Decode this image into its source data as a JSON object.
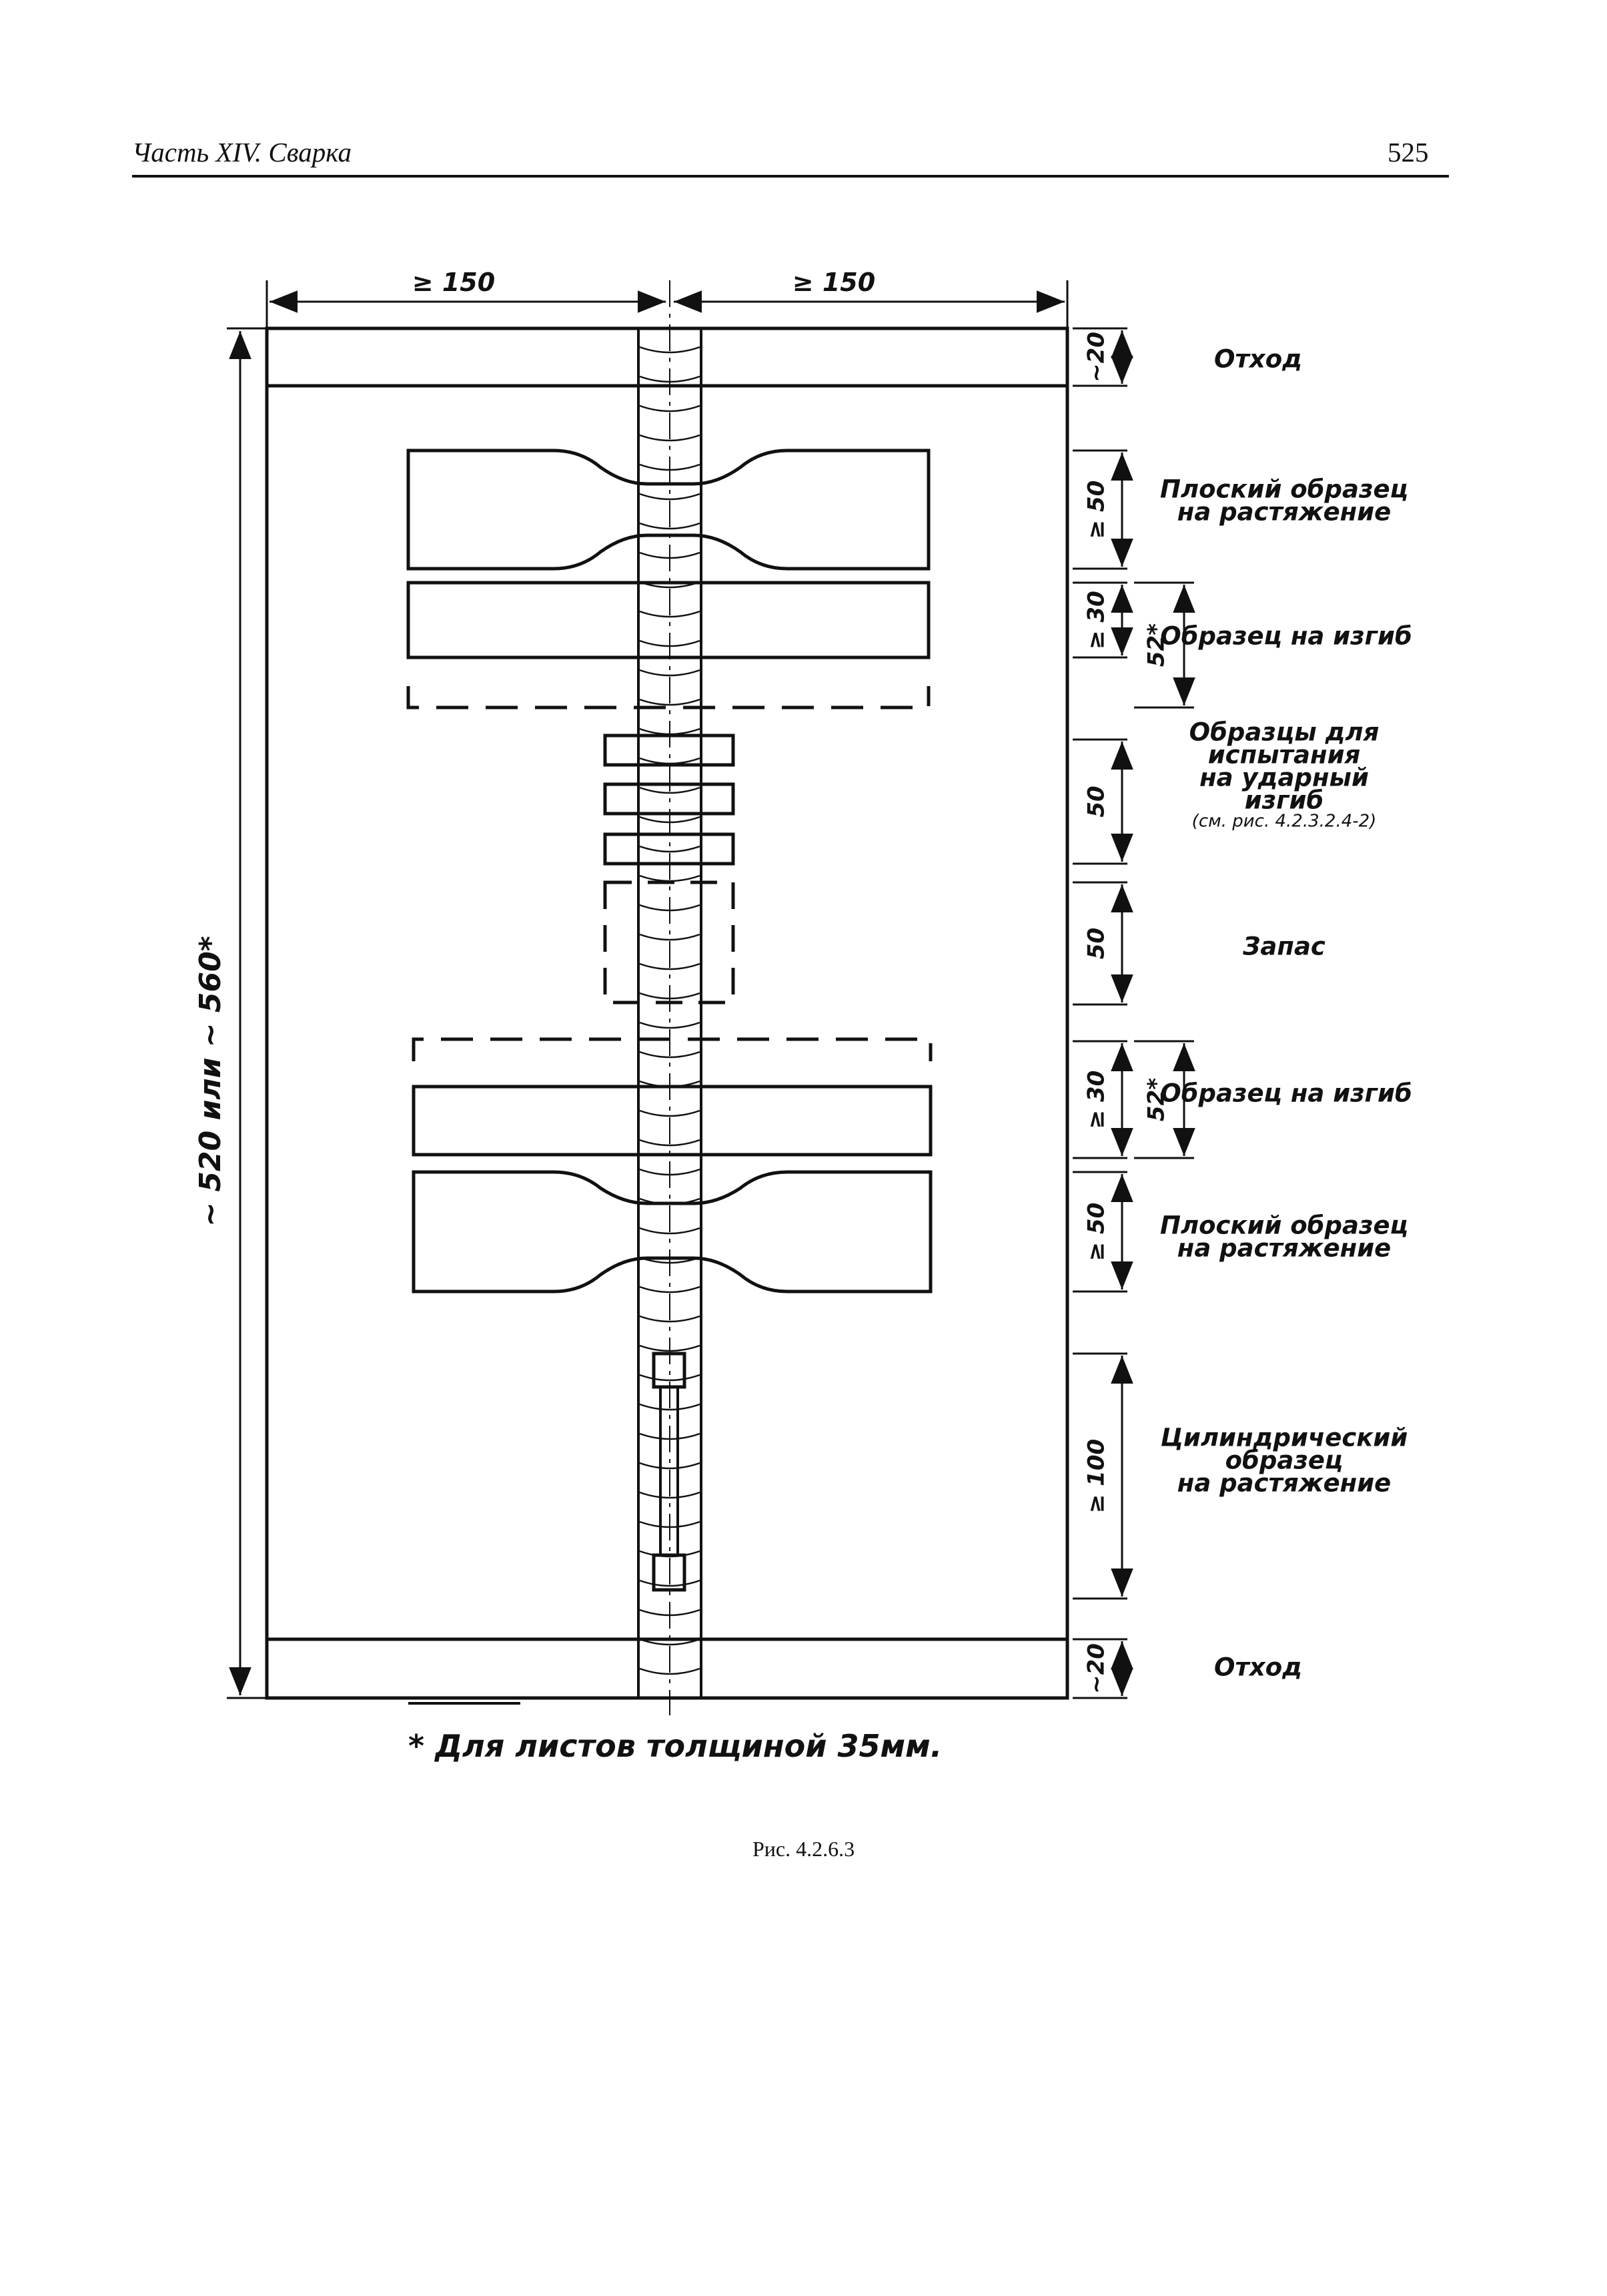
{
  "header": {
    "section": "Часть XIV. Сварка",
    "page_number": "525"
  },
  "drawing": {
    "top_dims": {
      "left": "≥ 150",
      "right": "≥ 150"
    },
    "overall_height": "~ 520 или ~ 560*",
    "right_column": [
      {
        "dim": "~20",
        "label_lines": [
          "Отход"
        ]
      },
      {
        "dim": "≥ 50",
        "label_lines": [
          "Плоский образец",
          "на растяжение"
        ]
      },
      {
        "dim": "≥ 30",
        "extra_dim": "52*",
        "label_lines": [
          "Образец на изгиб"
        ]
      },
      {
        "dim": "50",
        "label_lines": [
          "Образцы для",
          "испытания",
          "на ударный",
          "изгиб"
        ],
        "note": "(см. рис. 4.2.3.2.4-2)"
      },
      {
        "dim": "50",
        "label_lines": [
          "Запас"
        ]
      },
      {
        "dim": "≥ 30",
        "extra_dim": "52*",
        "label_lines": [
          "Образец на изгиб"
        ]
      },
      {
        "dim": "≥ 50",
        "label_lines": [
          "Плоский образец",
          "на растяжение"
        ]
      },
      {
        "dim": "≥ 100",
        "label_lines": [
          "Цилиндрический",
          "образец",
          "на растяжение"
        ]
      },
      {
        "dim": "~20",
        "label_lines": [
          "Отход"
        ]
      }
    ],
    "footnote": "* Для листов толщиной 35мм."
  },
  "caption": "Рис. 4.2.6.3"
}
